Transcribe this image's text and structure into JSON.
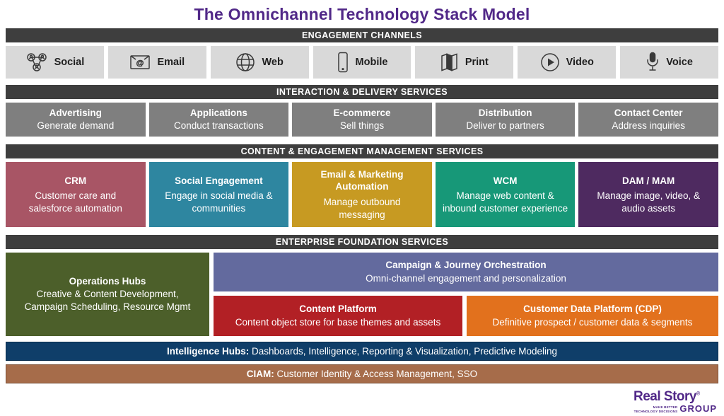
{
  "title": "The Omnichannel Technology Stack Model",
  "colors": {
    "title_purple": "#512888",
    "section_header_bg": "#3e3e3e",
    "channel_bg": "#d9d9d9",
    "service_bg": "#7f7f7f",
    "crm": "#a85565",
    "social_engagement": "#2e86a0",
    "email_marketing": "#c79a22",
    "wcm": "#179878",
    "dam_mam": "#4e2a60",
    "operations_hubs": "#4c5f2a",
    "campaign_orchestration": "#636a9e",
    "content_platform": "#b22025",
    "cdp": "#e2711d",
    "intelligence_bar": "#0f3e69",
    "ciam_bar": "#a66c4a"
  },
  "engagement": {
    "header": "ENGAGEMENT CHANNELS",
    "channels": [
      {
        "label": "Social",
        "icon": "social-network-icon"
      },
      {
        "label": "Email",
        "icon": "email-icon"
      },
      {
        "label": "Web",
        "icon": "globe-icon"
      },
      {
        "label": "Mobile",
        "icon": "mobile-phone-icon"
      },
      {
        "label": "Print",
        "icon": "brochure-icon"
      },
      {
        "label": "Video",
        "icon": "play-circle-icon"
      },
      {
        "label": "Voice",
        "icon": "microphone-icon"
      }
    ]
  },
  "interaction": {
    "header": "INTERACTION & DELIVERY SERVICES",
    "items": [
      {
        "title": "Advertising",
        "subtitle": "Generate demand"
      },
      {
        "title": "Applications",
        "subtitle": "Conduct transactions"
      },
      {
        "title": "E-commerce",
        "subtitle": "Sell things"
      },
      {
        "title": "Distribution",
        "subtitle": "Deliver to partners"
      },
      {
        "title": "Contact Center",
        "subtitle": "Address inquiries"
      }
    ]
  },
  "content_mgmt": {
    "header": "CONTENT & ENGAGEMENT MANAGEMENT SERVICES",
    "items": [
      {
        "title": "CRM",
        "subtitle": "Customer care and salesforce automation",
        "color": "#a85565"
      },
      {
        "title": "Social Engagement",
        "subtitle": "Engage in social media & communities",
        "color": "#2e86a0"
      },
      {
        "title": "Email & Marketing Automation",
        "subtitle": "Manage outbound messaging",
        "color": "#c79a22"
      },
      {
        "title": "WCM",
        "subtitle": "Manage web content & inbound customer experience",
        "color": "#179878"
      },
      {
        "title": "DAM / MAM",
        "subtitle": "Manage image, video, & audio assets",
        "color": "#4e2a60"
      }
    ]
  },
  "foundation": {
    "header": "ENTERPRISE FOUNDATION SERVICES",
    "operations": {
      "title": "Operations Hubs",
      "subtitle": "Creative & Content Development, Campaign Scheduling, Resource Mgmt",
      "color": "#4c5f2a"
    },
    "campaign": {
      "title": "Campaign & Journey Orchestration",
      "subtitle": "Omni-channel engagement and personalization",
      "color": "#636a9e"
    },
    "content_platform": {
      "title": "Content Platform",
      "subtitle": "Content object store for base themes and assets",
      "color": "#b22025"
    },
    "cdp": {
      "title": "Customer Data Platform (CDP)",
      "subtitle": "Definitive prospect / customer data & segments",
      "color": "#e2711d"
    }
  },
  "intelligence": {
    "label_bold": "Intelligence Hubs:",
    "label_rest": " Dashboards, Intelligence, Reporting & Visualization, Predictive Modeling",
    "color": "#0f3e69"
  },
  "ciam": {
    "label_bold": "CIAM:",
    "label_rest": " Customer Identity & Access Management, SSO",
    "color": "#a66c4a"
  },
  "logo": {
    "name": "Real Story",
    "reg": "®",
    "tagline_line1": "MAKE BETTER",
    "tagline_line2": "TECHNOLOGY DECISIONS",
    "group": "GROUP"
  }
}
